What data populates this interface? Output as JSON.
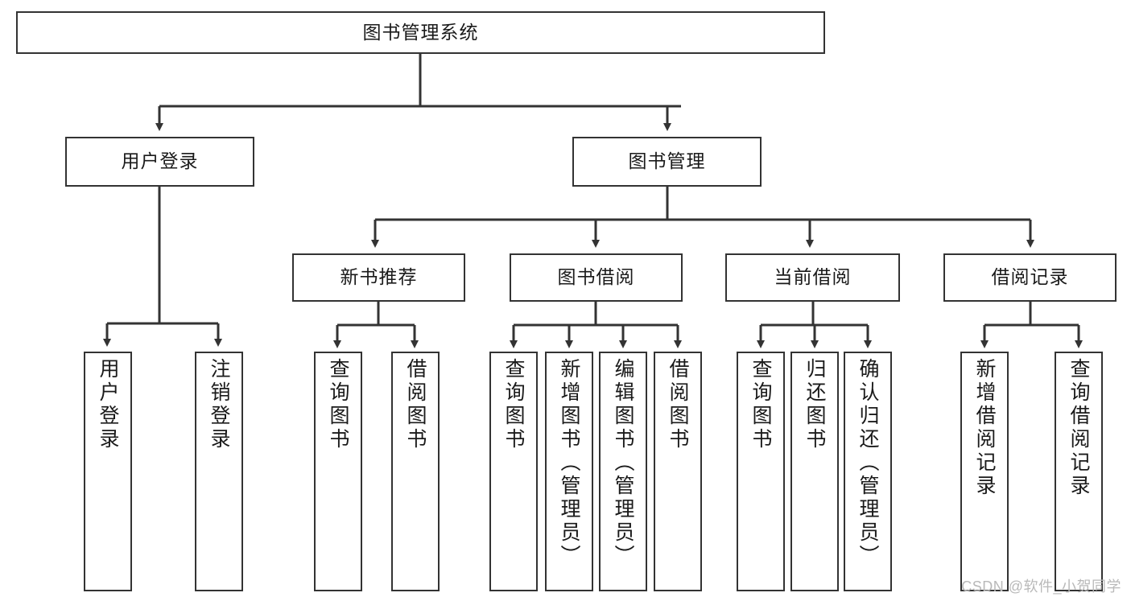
{
  "diagram": {
    "title": "图书管理系统",
    "type": "tree-hierarchy-diagram",
    "root": {
      "id": "root",
      "label": "图书管理系统"
    },
    "level2": [
      {
        "id": "user-login",
        "label": "用户登录"
      },
      {
        "id": "book-manage",
        "label": "图书管理"
      }
    ],
    "level3": [
      {
        "id": "new-book-recommend",
        "label": "新书推荐"
      },
      {
        "id": "book-borrow",
        "label": "图书借阅"
      },
      {
        "id": "current-borrow",
        "label": "当前借阅"
      },
      {
        "id": "borrow-record",
        "label": "借阅记录"
      }
    ],
    "leaves": [
      {
        "id": "leaf-user-login",
        "label": "用户登录",
        "parent": "user-login"
      },
      {
        "id": "leaf-user-logout",
        "label": "注销登录",
        "parent": "user-login"
      },
      {
        "id": "leaf-query-book-1",
        "label": "查询图书",
        "parent": "new-book-recommend"
      },
      {
        "id": "leaf-borrow-book-1",
        "label": "借阅图书",
        "parent": "new-book-recommend"
      },
      {
        "id": "leaf-query-book-2",
        "label": "查询图书",
        "parent": "book-borrow"
      },
      {
        "id": "leaf-add-book",
        "label": "新增图书（管理员）",
        "parent": "book-borrow"
      },
      {
        "id": "leaf-edit-book",
        "label": "编辑图书（管理员）",
        "parent": "book-borrow"
      },
      {
        "id": "leaf-borrow-book-2",
        "label": "借阅图书",
        "parent": "book-borrow"
      },
      {
        "id": "leaf-query-book-3",
        "label": "查询图书",
        "parent": "current-borrow"
      },
      {
        "id": "leaf-return-book",
        "label": "归还图书",
        "parent": "current-borrow"
      },
      {
        "id": "leaf-confirm-return",
        "label": "确认归还（管理员）",
        "parent": "current-borrow"
      },
      {
        "id": "leaf-add-record",
        "label": "新增借阅记录",
        "parent": "borrow-record"
      },
      {
        "id": "leaf-query-record",
        "label": "查询借阅记录",
        "parent": "borrow-record"
      }
    ]
  },
  "watermark": {
    "text": "CSDN @软件_小贺同学"
  },
  "colors": {
    "border": "#333333",
    "text": "#1a1a1a",
    "background": "#ffffff",
    "watermark": "#b9b9b9"
  }
}
